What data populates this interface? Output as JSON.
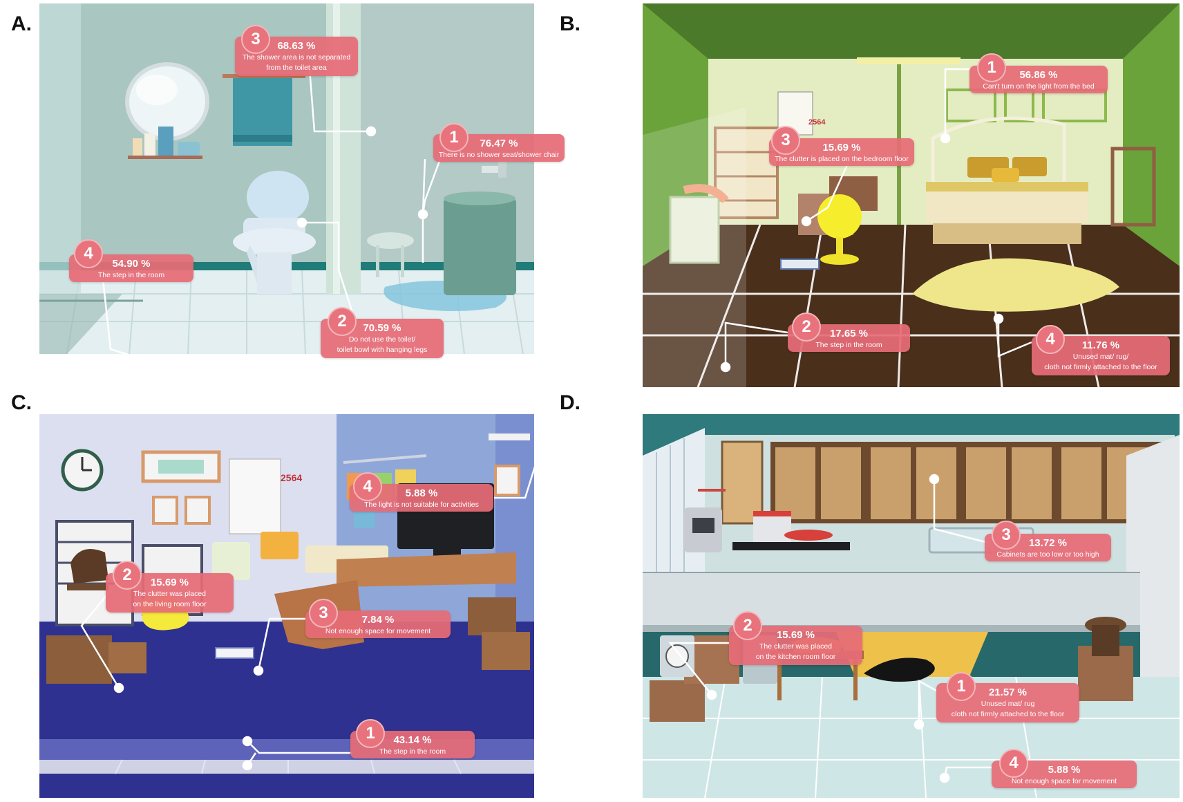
{
  "panels": [
    {
      "label": "A.",
      "callouts": [
        {
          "num": "1",
          "pct": "76.47 %",
          "lines": [
            "There is no shower seat/shower chair"
          ]
        },
        {
          "num": "2",
          "pct": "70.59 %",
          "lines": [
            "Do not use the toilet/",
            "toilet bowl with hanging legs"
          ]
        },
        {
          "num": "3",
          "pct": "68.63 %",
          "lines": [
            "The shower area is not separated",
            "from the toilet area"
          ]
        },
        {
          "num": "4",
          "pct": "54.90 %",
          "lines": [
            "The step in the room"
          ]
        }
      ]
    },
    {
      "label": "B.",
      "calendar_year": "2564",
      "callouts": [
        {
          "num": "1",
          "pct": "56.86 %",
          "lines": [
            "Can't turn on the light from the bed"
          ]
        },
        {
          "num": "2",
          "pct": "17.65 %",
          "lines": [
            "The step in the room"
          ]
        },
        {
          "num": "3",
          "pct": "15.69 %",
          "lines": [
            "The clutter is placed on the bedroom floor"
          ]
        },
        {
          "num": "4",
          "pct": "11.76 %",
          "lines": [
            "Unused mat/ rug/",
            "cloth not firmly attached to the floor"
          ]
        }
      ]
    },
    {
      "label": "C.",
      "calendar_year": "2564",
      "callouts": [
        {
          "num": "1",
          "pct": "43.14 %",
          "lines": [
            "The step in the room"
          ]
        },
        {
          "num": "2",
          "pct": "15.69 %",
          "lines": [
            "The clutter was placed",
            "on the living room floor"
          ]
        },
        {
          "num": "3",
          "pct": "7.84 %",
          "lines": [
            "Not enough space for movement"
          ]
        },
        {
          "num": "4",
          "pct": "5.88 %",
          "lines": [
            "The light is not suitable for activities"
          ]
        }
      ]
    },
    {
      "label": "D.",
      "callouts": [
        {
          "num": "1",
          "pct": "21.57 %",
          "lines": [
            "Unused mat/ rug",
            "cloth not firmly attached to the floor"
          ]
        },
        {
          "num": "2",
          "pct": "15.69 %",
          "lines": [
            "The clutter was placed",
            "on the kitchen room floor"
          ]
        },
        {
          "num": "3",
          "pct": "13.72 %",
          "lines": [
            "Cabinets are too low or too high"
          ]
        },
        {
          "num": "4",
          "pct": "5.88 %",
          "lines": [
            "Not enough space for movement"
          ]
        }
      ]
    }
  ],
  "colors": {
    "callout": "#e66c76",
    "badge": "#e8737d"
  }
}
